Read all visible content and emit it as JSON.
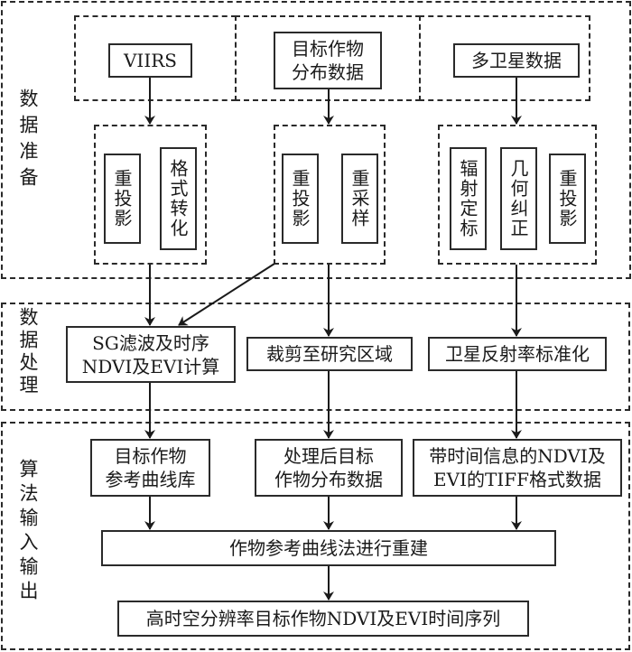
{
  "sections": {
    "data_preparation": "数据准备",
    "data_processing": "数据处理",
    "algorithm_io": "算法输入输出"
  },
  "sources": {
    "viirs": "VIIRS",
    "crop_distribution": "目标作物\n分布数据",
    "multi_satellite": "多卫星数据"
  },
  "preprocess": {
    "viirs_steps": [
      "重投影",
      "格式转化"
    ],
    "crop_steps": [
      "重投影",
      "重采样"
    ],
    "satellite_steps": [
      "辐射定标",
      "几何纠正",
      "重投影"
    ]
  },
  "processing": {
    "sg_filter": "SG滤波及时序\nNDVI及EVI计算",
    "clip": "裁剪至研究区域",
    "normalize": "卫星反射率标准化"
  },
  "algorithm": {
    "reference_library": "目标作物\n参考曲线库",
    "processed_distribution": "处理后目标\n作物分布数据",
    "tiff_data": "带时间信息的NDVI及\nEVI的TIFF格式数据",
    "reconstruction": "作物参考曲线法进行重建",
    "output": "高时空分辨率目标作物NDVI及EVI时间序列"
  }
}
